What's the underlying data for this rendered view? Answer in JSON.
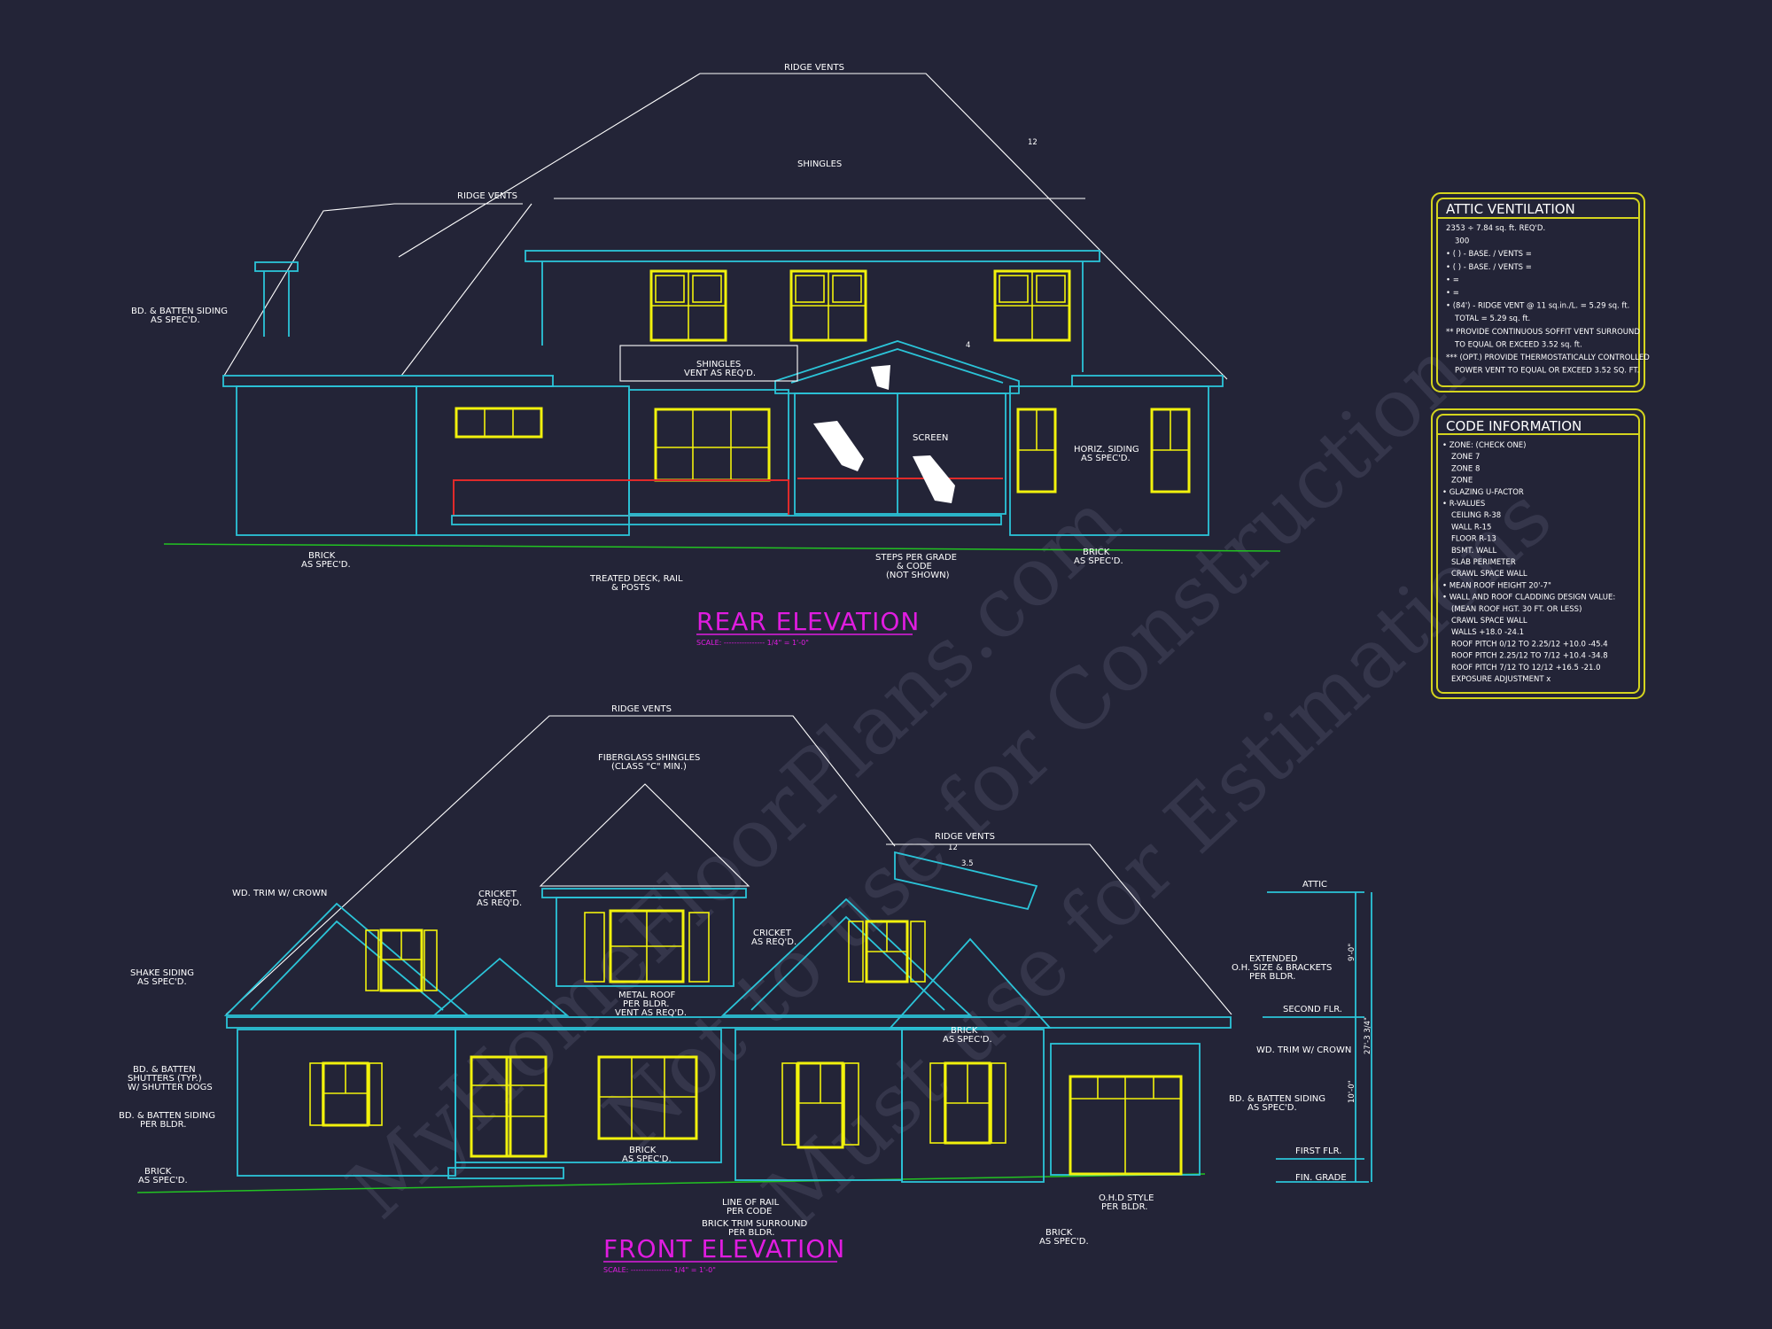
{
  "watermark": {
    "line1": "MyHomeFloorPlans.com",
    "line2": "Not to use for Construction",
    "line3": "Must use for Estimations"
  },
  "rear": {
    "title": "REAR ELEVATION",
    "scale": "SCALE: ---------------- 1/4\" = 1'-0\"",
    "notes": {
      "ridge_vents_top": "RIDGE VENTS",
      "ridge_vents_left": "RIDGE VENTS",
      "shingles": "SHINGLES",
      "bd_batten_1": "BD. & BATTEN SIDING",
      "bd_batten_2": "AS SPEC'D.",
      "shingles_vent_1": "SHINGLES",
      "shingles_vent_2": "VENT AS REQ'D.",
      "screen": "SCREEN",
      "horiz_1": "HORIZ. SIDING",
      "horiz_2": "AS SPEC'D.",
      "brick_l1": "BRICK",
      "brick_l2": "AS SPEC'D.",
      "deck_1": "TREATED DECK, RAIL",
      "deck_2": "& POSTS",
      "steps_1": "STEPS PER GRADE",
      "steps_2": "& CODE",
      "steps_3": "(NOT SHOWN)",
      "brick_r1": "BRICK",
      "brick_r2": "AS SPEC'D.",
      "pitch_12": "12",
      "pitch_4": "4"
    }
  },
  "front": {
    "title": "FRONT ELEVATION",
    "scale": "SCALE: ---------------- 1/4\" = 1'-0\"",
    "notes": {
      "ridge_vents_top": "RIDGE VENTS",
      "fiberglass_1": "FIBERGLASS SHINGLES",
      "fiberglass_2": "(CLASS \"C\" MIN.)",
      "wd_trim_left": "WD. TRIM W/ CROWN",
      "cricket_1a": "CRICKET",
      "cricket_1b": "AS REQ'D.",
      "cricket_2a": "CRICKET",
      "cricket_2b": "AS REQ'D.",
      "ridge_vents_right": "RIDGE VENTS",
      "shake_1": "SHAKE SIDING",
      "shake_2": "AS SPEC'D.",
      "metal_1": "METAL ROOF",
      "metal_2": "PER BLDR.",
      "metal_3": "VENT AS REQ'D.",
      "brick_mid1": "BRICK",
      "brick_mid2": "AS SPEC'D.",
      "shutters_1": "BD. & BATTEN",
      "shutters_2": "SHUTTERS (TYP.)",
      "shutters_3": "W/ SHUTTER DOGS",
      "bb_siding_1": "BD. & BATTEN SIDING",
      "bb_siding_2": "PER BLDR.",
      "brick_left1": "BRICK",
      "brick_left2": "AS SPEC'D.",
      "brick_center1": "BRICK",
      "brick_center2": "AS SPEC'D.",
      "line_rail_1": "LINE OF RAIL",
      "line_rail_2": "PER CODE",
      "brick_trim_1": "BRICK TRIM SURROUND",
      "brick_trim_2": "PER BLDR.",
      "extended_1": "EXTENDED",
      "extended_2": "O.H. SIZE & BRACKETS",
      "extended_3": "PER BLDR.",
      "wd_trim_right": "WD. TRIM W/ CROWN",
      "bb_right_1": "BD. & BATTEN SIDING",
      "bb_right_2": "AS SPEC'D.",
      "ohd_1": "O.H.D STYLE",
      "ohd_2": "PER BLDR.",
      "brick_right1": "BRICK",
      "brick_right2": "AS SPEC'D.",
      "attic": "ATTIC",
      "second_flr": "SECOND FLR.",
      "first_flr": "FIRST FLR.",
      "fin_grade": "FIN. GRADE",
      "dim_upper": "9'-0\"",
      "dim_lower": "10'-0\"",
      "dim_total": "27'-3 3/4\"",
      "pitch_12": "12",
      "pitch_35": "3.5"
    }
  },
  "attic_ventilation": {
    "title": "ATTIC VENTILATION",
    "lines": [
      "2353 ÷ 7.84 sq. ft. REQ'D.",
      "300",
      "• (    ) -         BASE.    /    VENTS   =",
      "• (    ) -         BASE.    /    VENTS   =",
      "•                                                 =",
      "•                                                 =",
      "• (84') - RIDGE VENT @ 11 sq.in./L. = 5.29 sq. ft.",
      "TOTAL      = 5.29 sq. ft.",
      "** PROVIDE CONTINUOUS SOFFIT VENT SURROUND",
      "TO EQUAL OR EXCEED  3.52 sq. ft.",
      "*** (OPT.) PROVIDE THERMOSTATICALLY CONTROLLED",
      "POWER VENT TO EQUAL OR EXCEED 3.52 SQ. FT."
    ]
  },
  "code_information": {
    "title": "CODE INFORMATION",
    "lines": [
      "• ZONE: (CHECK ONE)",
      "ZONE 7",
      "ZONE 8",
      "ZONE",
      "• GLAZING U-FACTOR",
      "• R-VALUES",
      "CEILING          R-38",
      "WALL              R-15",
      "FLOOR            R-13",
      "BSMT. WALL",
      "SLAB PERIMETER",
      "CRAWL SPACE WALL",
      "• MEAN ROOF HEIGHT   20'-7\"",
      "• WALL AND ROOF CLADDING DESIGN VALUE:",
      "(MEAN ROOF HGT. 30 FT. OR LESS)",
      "CRAWL SPACE WALL",
      "WALLS                          +18.0  -24.1",
      "ROOF PITCH 0/12 TO 2.25/12   +10.0  -45.4",
      "ROOF PITCH 2.25/12 TO 7/12   +10.4  -34.8",
      "ROOF PITCH 7/12 TO 12/12     +16.5  -21.0",
      "EXPOSURE ADJUSTMENT           x"
    ]
  }
}
